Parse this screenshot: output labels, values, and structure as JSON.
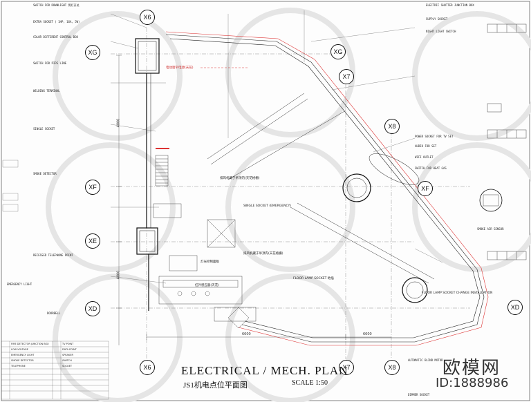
{
  "title": "ELECTRICAL / MECH. PLAN",
  "subtitle": "JS1机电点位平面图",
  "scale": "SCALE 1:50",
  "watermark": {
    "brand": "欧模网",
    "id": "ID:1888986"
  },
  "grid_top": [
    "X6",
    "X7",
    "X8"
  ],
  "grid_left": [
    "XG",
    "XF",
    "XE",
    "XD"
  ],
  "grid_right": [
    "XG",
    "XF",
    "XD"
  ],
  "grid_bottom": [
    "X6",
    "X7",
    "X8"
  ],
  "grid_inner": [
    "X7",
    "X8",
    "XF"
  ],
  "dimensions": [
    "6600",
    "4800",
    "6600",
    "4800"
  ],
  "annotations": {
    "ceiling_bridge": "排风机藏于吊顶内(天花格栅)",
    "ceiling_bridge_2": "排风机藏于吊顶内(天花格栅)",
    "light_mid": "灯光控制面板",
    "floor_junction": "FLOOR LAMP SOCKET 地插",
    "single_socket": "SINGLE SOCKET (EMERGENCY)",
    "floor_lamp_right": "FLOOR LAMP SOCKET CHANGE INSTALLATION",
    "red_note": "电动窗帘电源(天花)",
    "mid_note": "红外感应器(天花)"
  },
  "left_legend": [
    "SWITCH FOR DOWNLIGHT 筒灯开关",
    "EXTRA SOCKET ( 1HP, 16A, 5W)",
    "COLOR DIFFERENT CONTROL BOX",
    "SWITCH FOR PIPE LINE",
    "WELDING TERMINAL",
    "SINGLE SOCKET",
    "SMOKE DETECTOR",
    "RECESSED TELEPHONE POINT",
    "EMERGENCY LIGHT",
    "DOORBELL"
  ],
  "right_legend": [
    "ELECTRIC SHUTTER JUNCTION BOX",
    "SUPPLY SOCKET",
    "NIGHT LIGHT SWITCH",
    "POWER SOCKET FOR TV SET",
    "AUDIO FOR SET",
    "WIFI OUTLET",
    "SWITCH FOR HEAT GAS",
    "SMOKE AIR SENSOR",
    "AUTOMATIC BLIND MOTOR",
    "DIMMER SOCKET"
  ],
  "bottom_legend": [
    "FIRE DETECTOR JUNCTION BOX",
    "LOW VOLTAGE",
    "EMERGENCY LIGHT",
    "SMOKE DETECTOR",
    "TELEPHONE",
    "TV POINT",
    "DATA POINT",
    "SPEAKER",
    "SWITCH",
    "SOCKET"
  ]
}
